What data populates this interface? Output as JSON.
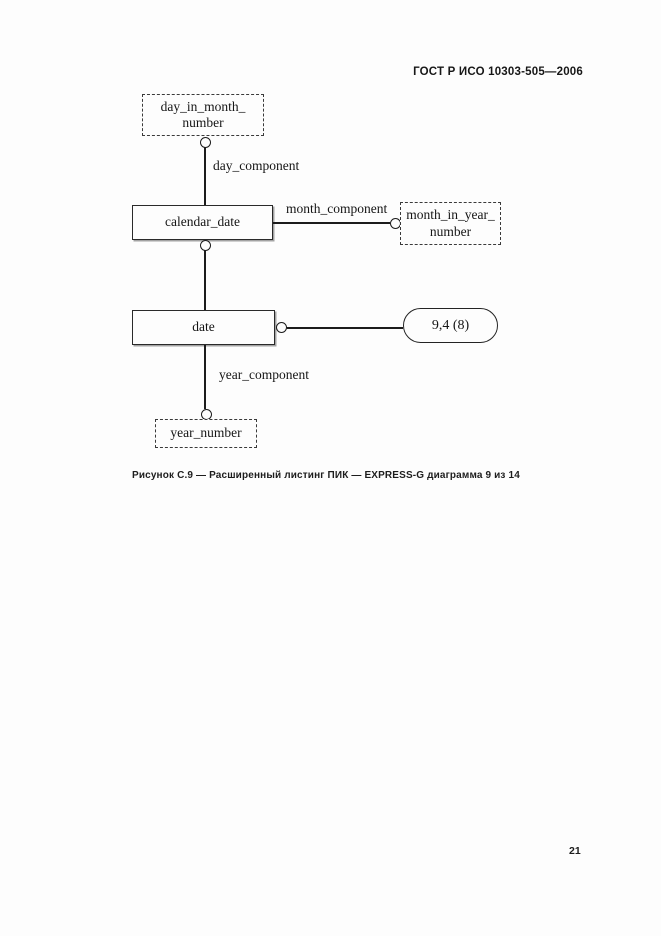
{
  "header": {
    "title": "ГОСТ Р ИСО 10303-505—2006"
  },
  "figure": {
    "caption": "Рисунок С.9 — Расширенный листинг ПИК — EXPRESS-G диаграмма 9 из 14",
    "nodes": {
      "day_in_month_number": {
        "line1": "day_in_month_",
        "line2": "number"
      },
      "calendar_date": {
        "label": "calendar_date"
      },
      "month_in_year_number": {
        "line1": "month_in_year_",
        "line2": "number"
      },
      "date": {
        "label": "date"
      },
      "page_ref": {
        "label": "9,4 (8)"
      },
      "year_number": {
        "label": "year_number"
      }
    },
    "edges": {
      "day_component": {
        "label": "day_component"
      },
      "month_component": {
        "label": "month_component"
      },
      "year_component": {
        "label": "year_component"
      }
    }
  },
  "footer": {
    "page_number": "21"
  }
}
